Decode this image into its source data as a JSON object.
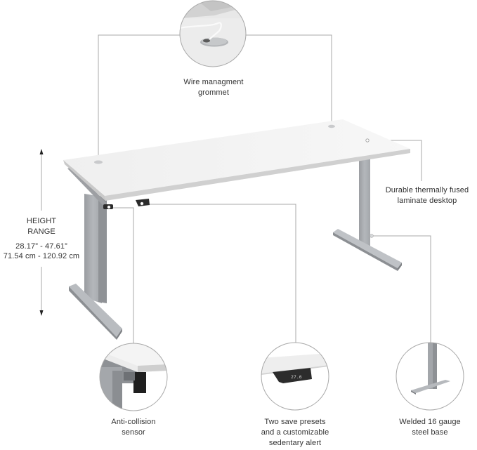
{
  "colors": {
    "background": "#ffffff",
    "callout_line": "#a8a8a8",
    "desktop": "#f1f1f1",
    "desktop_edge": "#d4d4d4",
    "frame": "#a9acb0",
    "frame_dark": "#8c8f93",
    "control_panel": "#2b2b2b",
    "text": "#333333"
  },
  "height_range": {
    "title_line1": "HEIGHT",
    "title_line2": "RANGE",
    "inches": "28.17” - 47.61”",
    "centimeters": "71.54 cm - 120.92 cm",
    "icon": "double-arrow-vertical"
  },
  "callouts": [
    {
      "id": "grommet",
      "line1": "Wire managment",
      "line2": "grommet",
      "icon": "grommet-detail"
    },
    {
      "id": "laminate",
      "line1": "Durable thermally fused",
      "line2": "laminate desktop"
    },
    {
      "id": "anti_collision",
      "line1": "Anti-collision",
      "line2": "sensor",
      "icon": "sensor-detail"
    },
    {
      "id": "presets",
      "line1": "Two save presets",
      "line2": "and a customizable",
      "line3": "sedentary alert",
      "icon": "control-panel-detail",
      "display_value": "27.6"
    },
    {
      "id": "steel_base",
      "line1": "Welded 16 gauge",
      "line2": "steel base",
      "icon": "steel-base-detail"
    }
  ]
}
